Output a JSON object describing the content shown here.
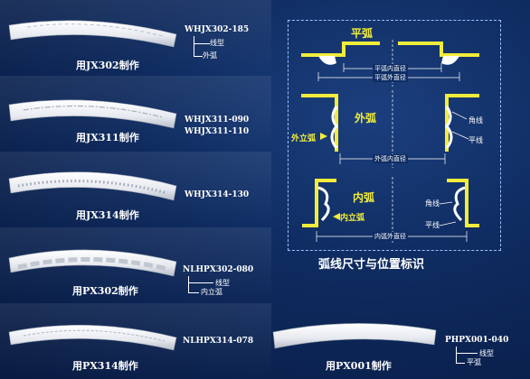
{
  "products": [
    {
      "code": "WHJX302-185",
      "code2": "",
      "labels": [
        "线型",
        "外弧"
      ],
      "caption": "用JX302制作"
    },
    {
      "code": "WHJX311-090",
      "code2": "WHJX311-110",
      "labels": [],
      "caption": "用JX311制作"
    },
    {
      "code": "WHJX314-130",
      "code2": "",
      "labels": [],
      "caption": "用JX314制作"
    },
    {
      "code": "NLHPX302-080",
      "code2": "",
      "labels": [
        "线型",
        "内立弧"
      ],
      "caption": "用PX302制作"
    },
    {
      "code": "NLHPX314-078",
      "code2": "",
      "labels": [],
      "caption": "用PX314制作"
    },
    {
      "code": "PHPX001-040",
      "code2": "",
      "labels": [
        "线型",
        "平弧"
      ],
      "caption": "用PX001制作"
    }
  ],
  "diagram": {
    "flat_arc": {
      "title": "平弧",
      "dim1": "平弧内直径",
      "dim2": "平弧外直径"
    },
    "outer_arc": {
      "title": "外弧",
      "side": "外立弧",
      "corner": "角线",
      "flat": "平线",
      "dim": "外弧内直径"
    },
    "inner_arc": {
      "title": "内弧",
      "side": "内立弧",
      "corner": "角线",
      "flat": "平线",
      "dim": "内弧外直径"
    },
    "section_title": "弧线尺寸与位置标识"
  },
  "colors": {
    "background": "#0e2a5e",
    "accent": "#f2ec3a",
    "molding": "#eef1f5"
  }
}
